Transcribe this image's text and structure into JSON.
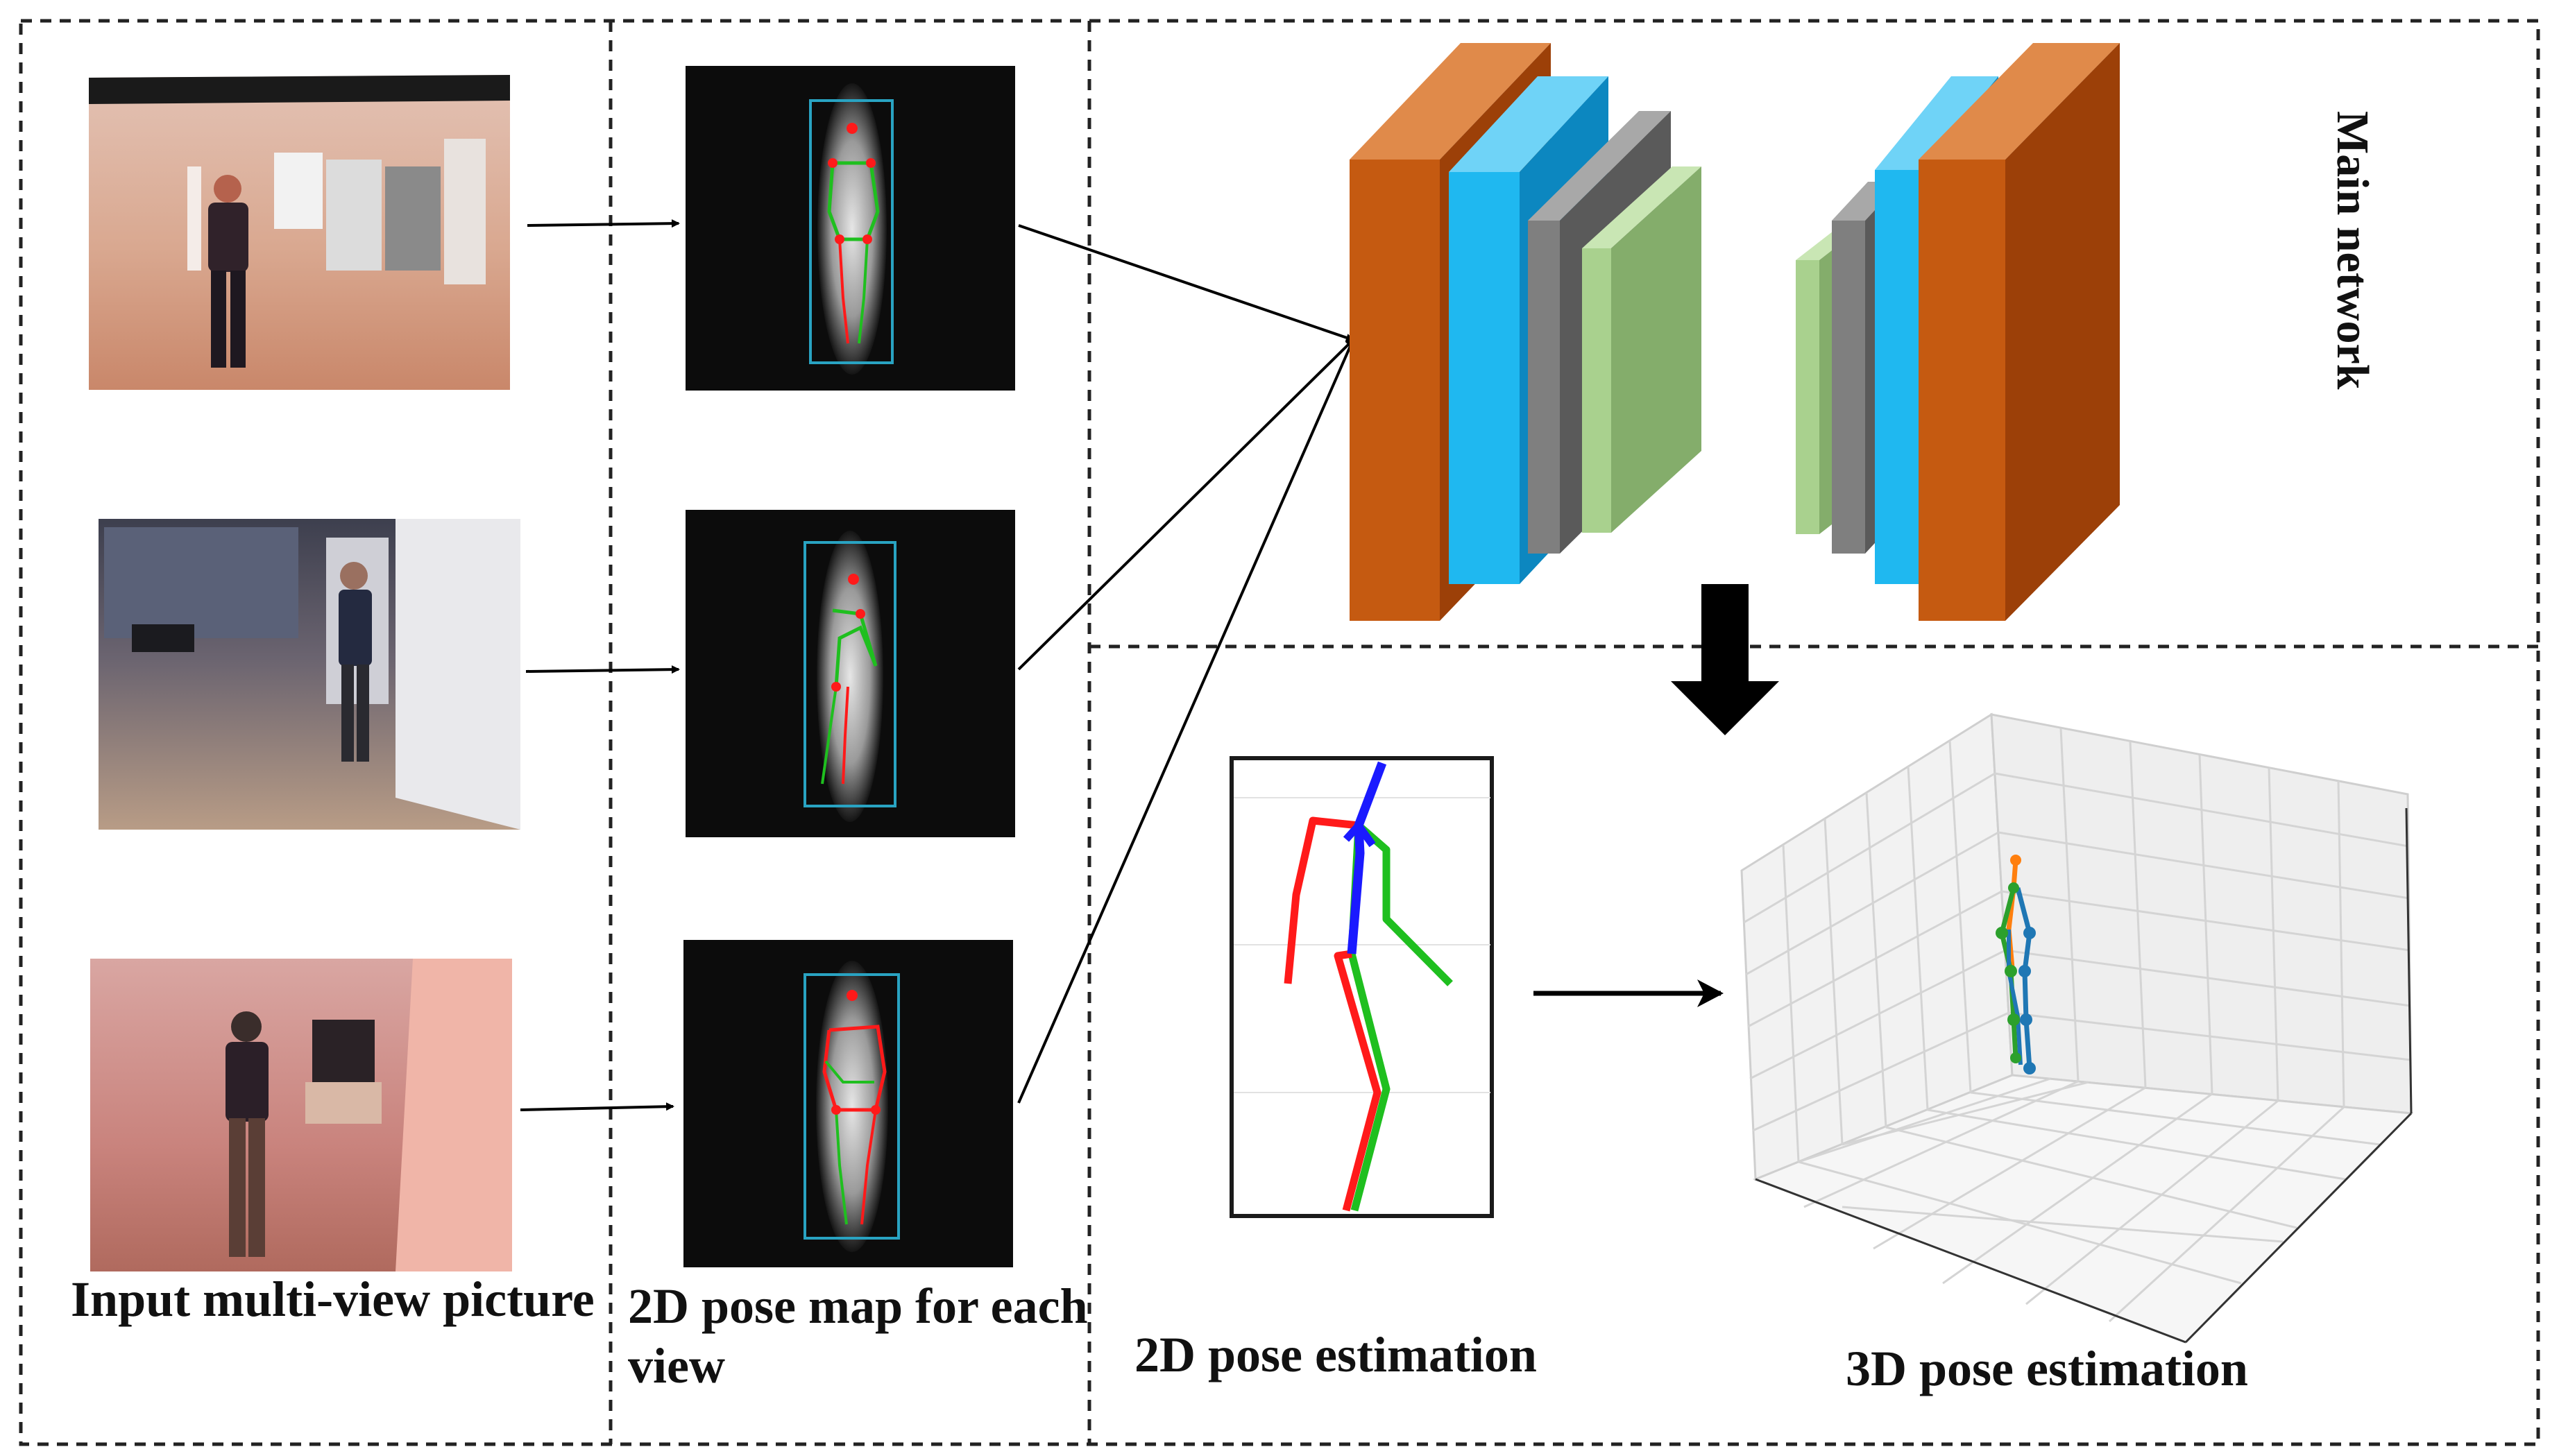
{
  "labels": {
    "input": "Input multi-view picture",
    "pose_map": "2D pose map for each view",
    "pose_2d": "2D pose estimation",
    "pose_3d": "3D pose estimation",
    "main_network": "Main network"
  },
  "icons": {
    "arrows": "arrow-right-icon",
    "down_arrow": "arrow-down-icon"
  },
  "colors": {
    "orange_block": "#c55a11",
    "blue_block": "#1fb8f0",
    "gray_block": "#7f7f7f",
    "green_block": "#a9d18e",
    "pose_red": "#ff1a1a",
    "pose_green": "#1fbf1f",
    "pose_blue": "#1a1aff",
    "pose3d_blue": "#1f77b4",
    "pose3d_orange": "#ff7f0e",
    "pose3d_green": "#2ca02c",
    "skeleton_box": "#29a3c2"
  }
}
